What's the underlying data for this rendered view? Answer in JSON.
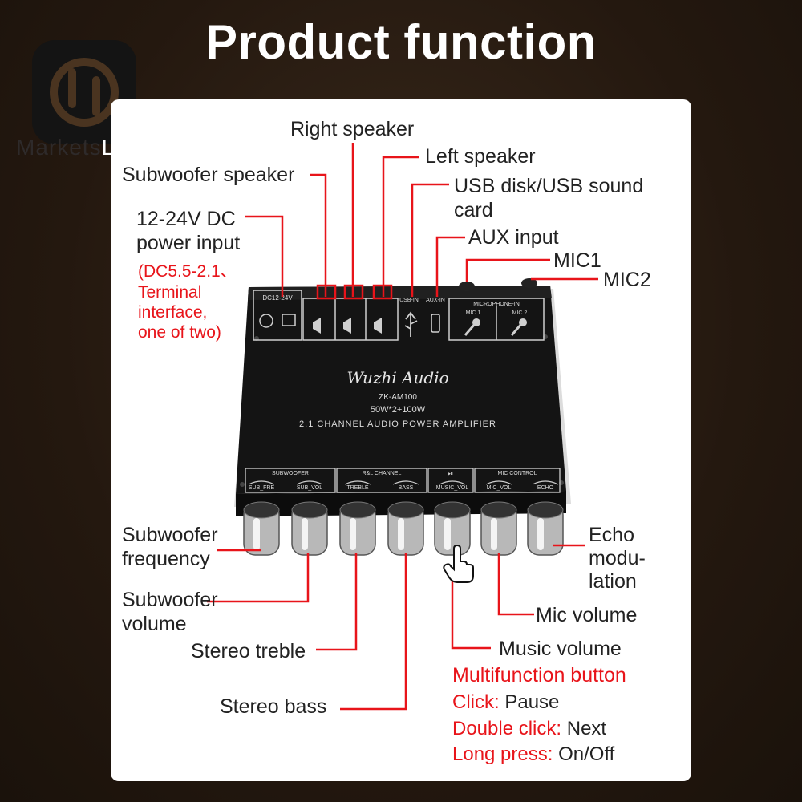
{
  "title": "Product function",
  "logo": {
    "word_part1": "Markets",
    "word_part2": "Live"
  },
  "amplifier": {
    "brand": "Wuzhi Audio",
    "model": "ZK-AM100",
    "power": "50W*2+100W",
    "description": "2.1 CHANNEL AUDIO POWER AMPLIFIER",
    "dc_label": "DC12-24V",
    "usb_label": "USB-IN",
    "aux_label": "AUX-IN",
    "mic_in_label": "MICROPHONE-IN",
    "mic1_tag": "MIC 1",
    "mic2_tag": "MIC 2",
    "groups": [
      "SUBWOOFER",
      "R&L CHANNEL",
      "MIC CONTROL"
    ],
    "knob_labels": [
      "SUB_FRE",
      "SUB_VOL",
      "TREBLE",
      "BASS",
      "MUSIC_VOL",
      "MIC_VOL",
      "ECHO"
    ]
  },
  "labels": {
    "right_speaker": "Right speaker",
    "left_speaker": "Left speaker",
    "subwoofer_speaker": "Subwoofer speaker",
    "usb": "USB disk/USB sound",
    "usb2": "card",
    "dc1": "12-24V DC",
    "dc2": "power input",
    "dc_note1": "(DC5.5-2.1、",
    "dc_note2": "Terminal",
    "dc_note3": "interface,",
    "dc_note4": "one of two)",
    "aux": "AUX input",
    "mic1": "MIC1",
    "mic2": "MIC2",
    "sub_freq1": "Subwoofer",
    "sub_freq2": "frequency",
    "sub_vol1": "Subwoofer",
    "sub_vol2": "volume",
    "treble": "Stereo treble",
    "bass": "Stereo bass",
    "echo1": "Echo",
    "echo2": "modu-",
    "echo3": "lation",
    "mic_vol": "Mic volume",
    "music_vol": "Music volume",
    "multi": "Multifunction button",
    "click_k": "Click:",
    "click_v": " Pause",
    "dbl_k": "Double click:",
    "dbl_v": " Next",
    "long_k": "Long press:",
    "long_v": " On/Off"
  },
  "colors": {
    "accent": "#e8141a",
    "board": "#141414",
    "text": "#222222"
  }
}
